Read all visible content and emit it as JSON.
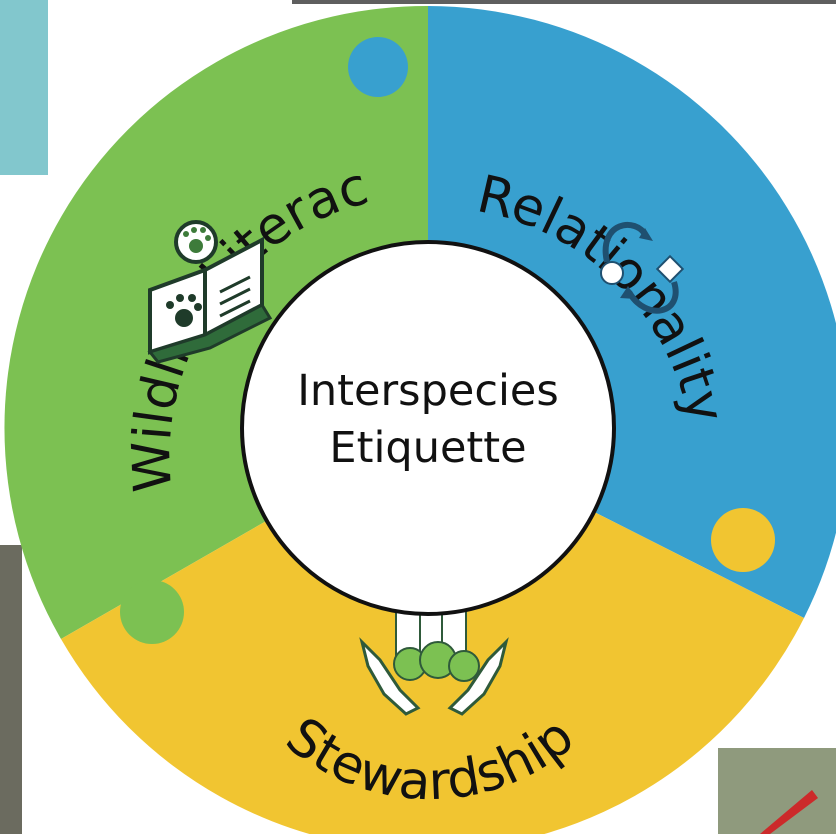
{
  "diagram": {
    "center": {
      "line1": "Interspecies",
      "line2": "Etiquette"
    },
    "segments": [
      {
        "id": "wildlife-literacy",
        "label": "Wildlife Literacy",
        "color": "#7cc152",
        "icon": "open-book-paw-icon"
      },
      {
        "id": "relationality",
        "label": "Relationality",
        "color": "#38a0cf",
        "icon": "cycle-arrows-icon"
      },
      {
        "id": "stewardship",
        "label": "Stewardship",
        "color": "#f1c531",
        "icon": "hands-city-icon"
      }
    ],
    "colors": {
      "ring_border": "#ffffff",
      "center_fill": "#ffffff",
      "center_border": "#111111",
      "teal_panel": "#82c7cd",
      "icon_dark": "#1f3b2a"
    }
  }
}
